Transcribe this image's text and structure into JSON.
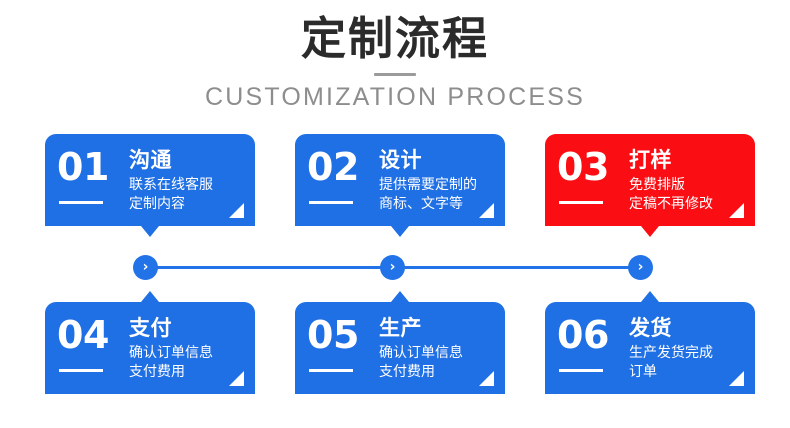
{
  "header": {
    "title": "定制流程",
    "subtitle": "CUSTOMIZATION PROCESS",
    "divider": "title-divider"
  },
  "colors": {
    "blue": "#1f6fe5",
    "red": "#fa0d13",
    "connector_blue": "#2272e8",
    "title_gray": "#2b2b2b",
    "subtitle_gray": "#8d8d8d",
    "background": "#ffffff"
  },
  "steps": [
    {
      "number": "01",
      "title": "沟通",
      "desc_line1": "联系在线客服",
      "desc_line2": "定制内容",
      "color": "blue",
      "row": "top"
    },
    {
      "number": "02",
      "title": "设计",
      "desc_line1": "提供需要定制的",
      "desc_line2": "商标、文字等",
      "color": "blue",
      "row": "top"
    },
    {
      "number": "03",
      "title": "打样",
      "desc_line1": "免费排版",
      "desc_line2": "定稿不再修改",
      "color": "red",
      "row": "top"
    },
    {
      "number": "04",
      "title": "支付",
      "desc_line1": "确认订单信息",
      "desc_line2": "支付费用",
      "color": "blue",
      "row": "bottom"
    },
    {
      "number": "05",
      "title": "生产",
      "desc_line1": "确认订单信息",
      "desc_line2": "支付费用",
      "color": "blue",
      "row": "bottom"
    },
    {
      "number": "06",
      "title": "发货",
      "desc_line1": "生产发货完成",
      "desc_line2": "订单",
      "color": "blue",
      "row": "bottom"
    }
  ],
  "connector": {
    "nodes": [
      {
        "glyph": "›"
      },
      {
        "glyph": "›"
      },
      {
        "glyph": "›"
      }
    ]
  }
}
